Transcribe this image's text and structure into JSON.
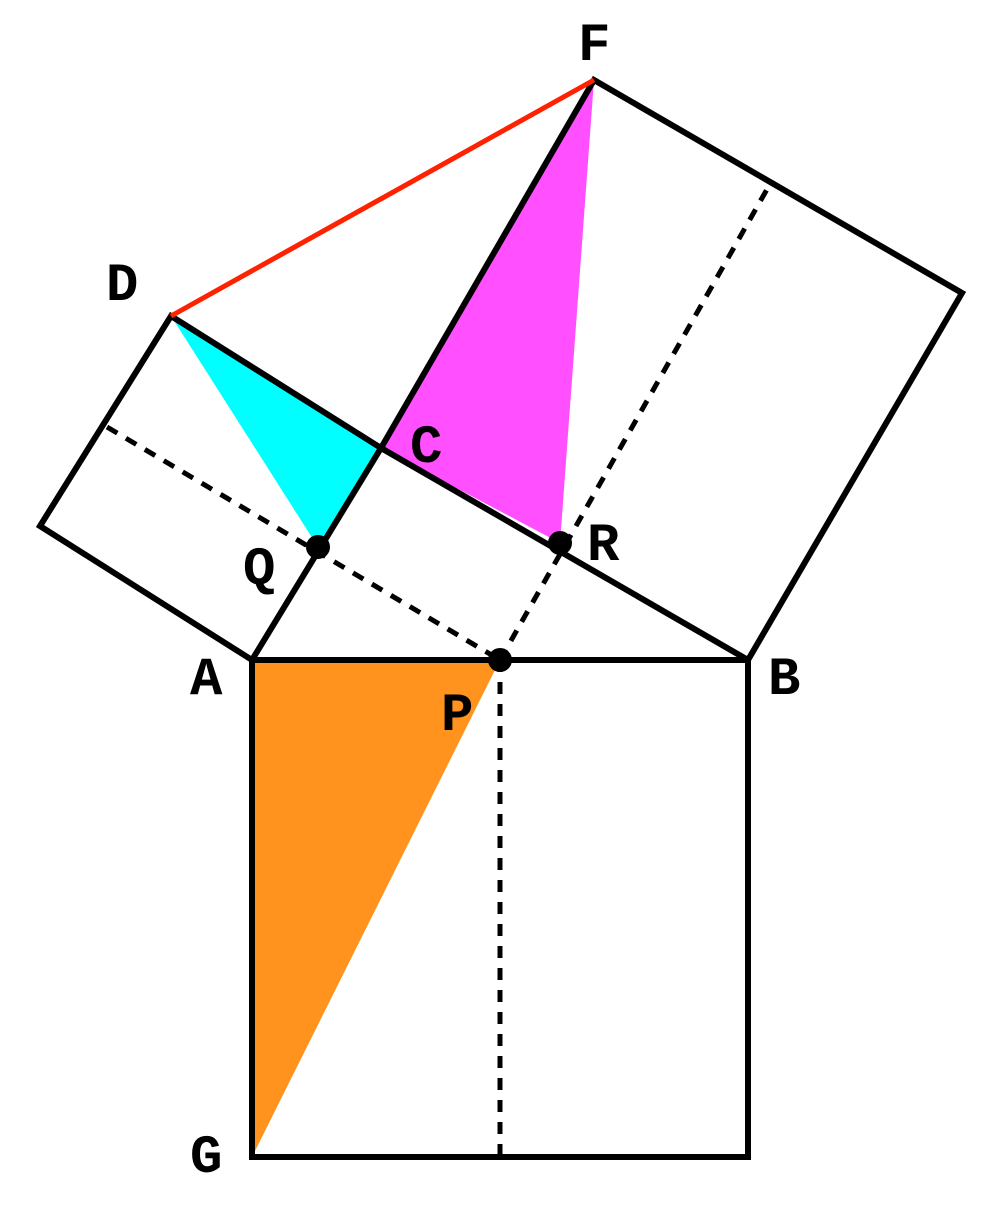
{
  "labels": {
    "A": "A",
    "B": "B",
    "C": "C",
    "D": "D",
    "F": "F",
    "G": "G",
    "P": "P",
    "Q": "Q",
    "R": "R"
  },
  "colors": {
    "orange": "#FF931E",
    "magenta": "#FF4FFF",
    "cyan": "#00FFFF",
    "red": "#FF2200",
    "stroke": "#000000"
  }
}
